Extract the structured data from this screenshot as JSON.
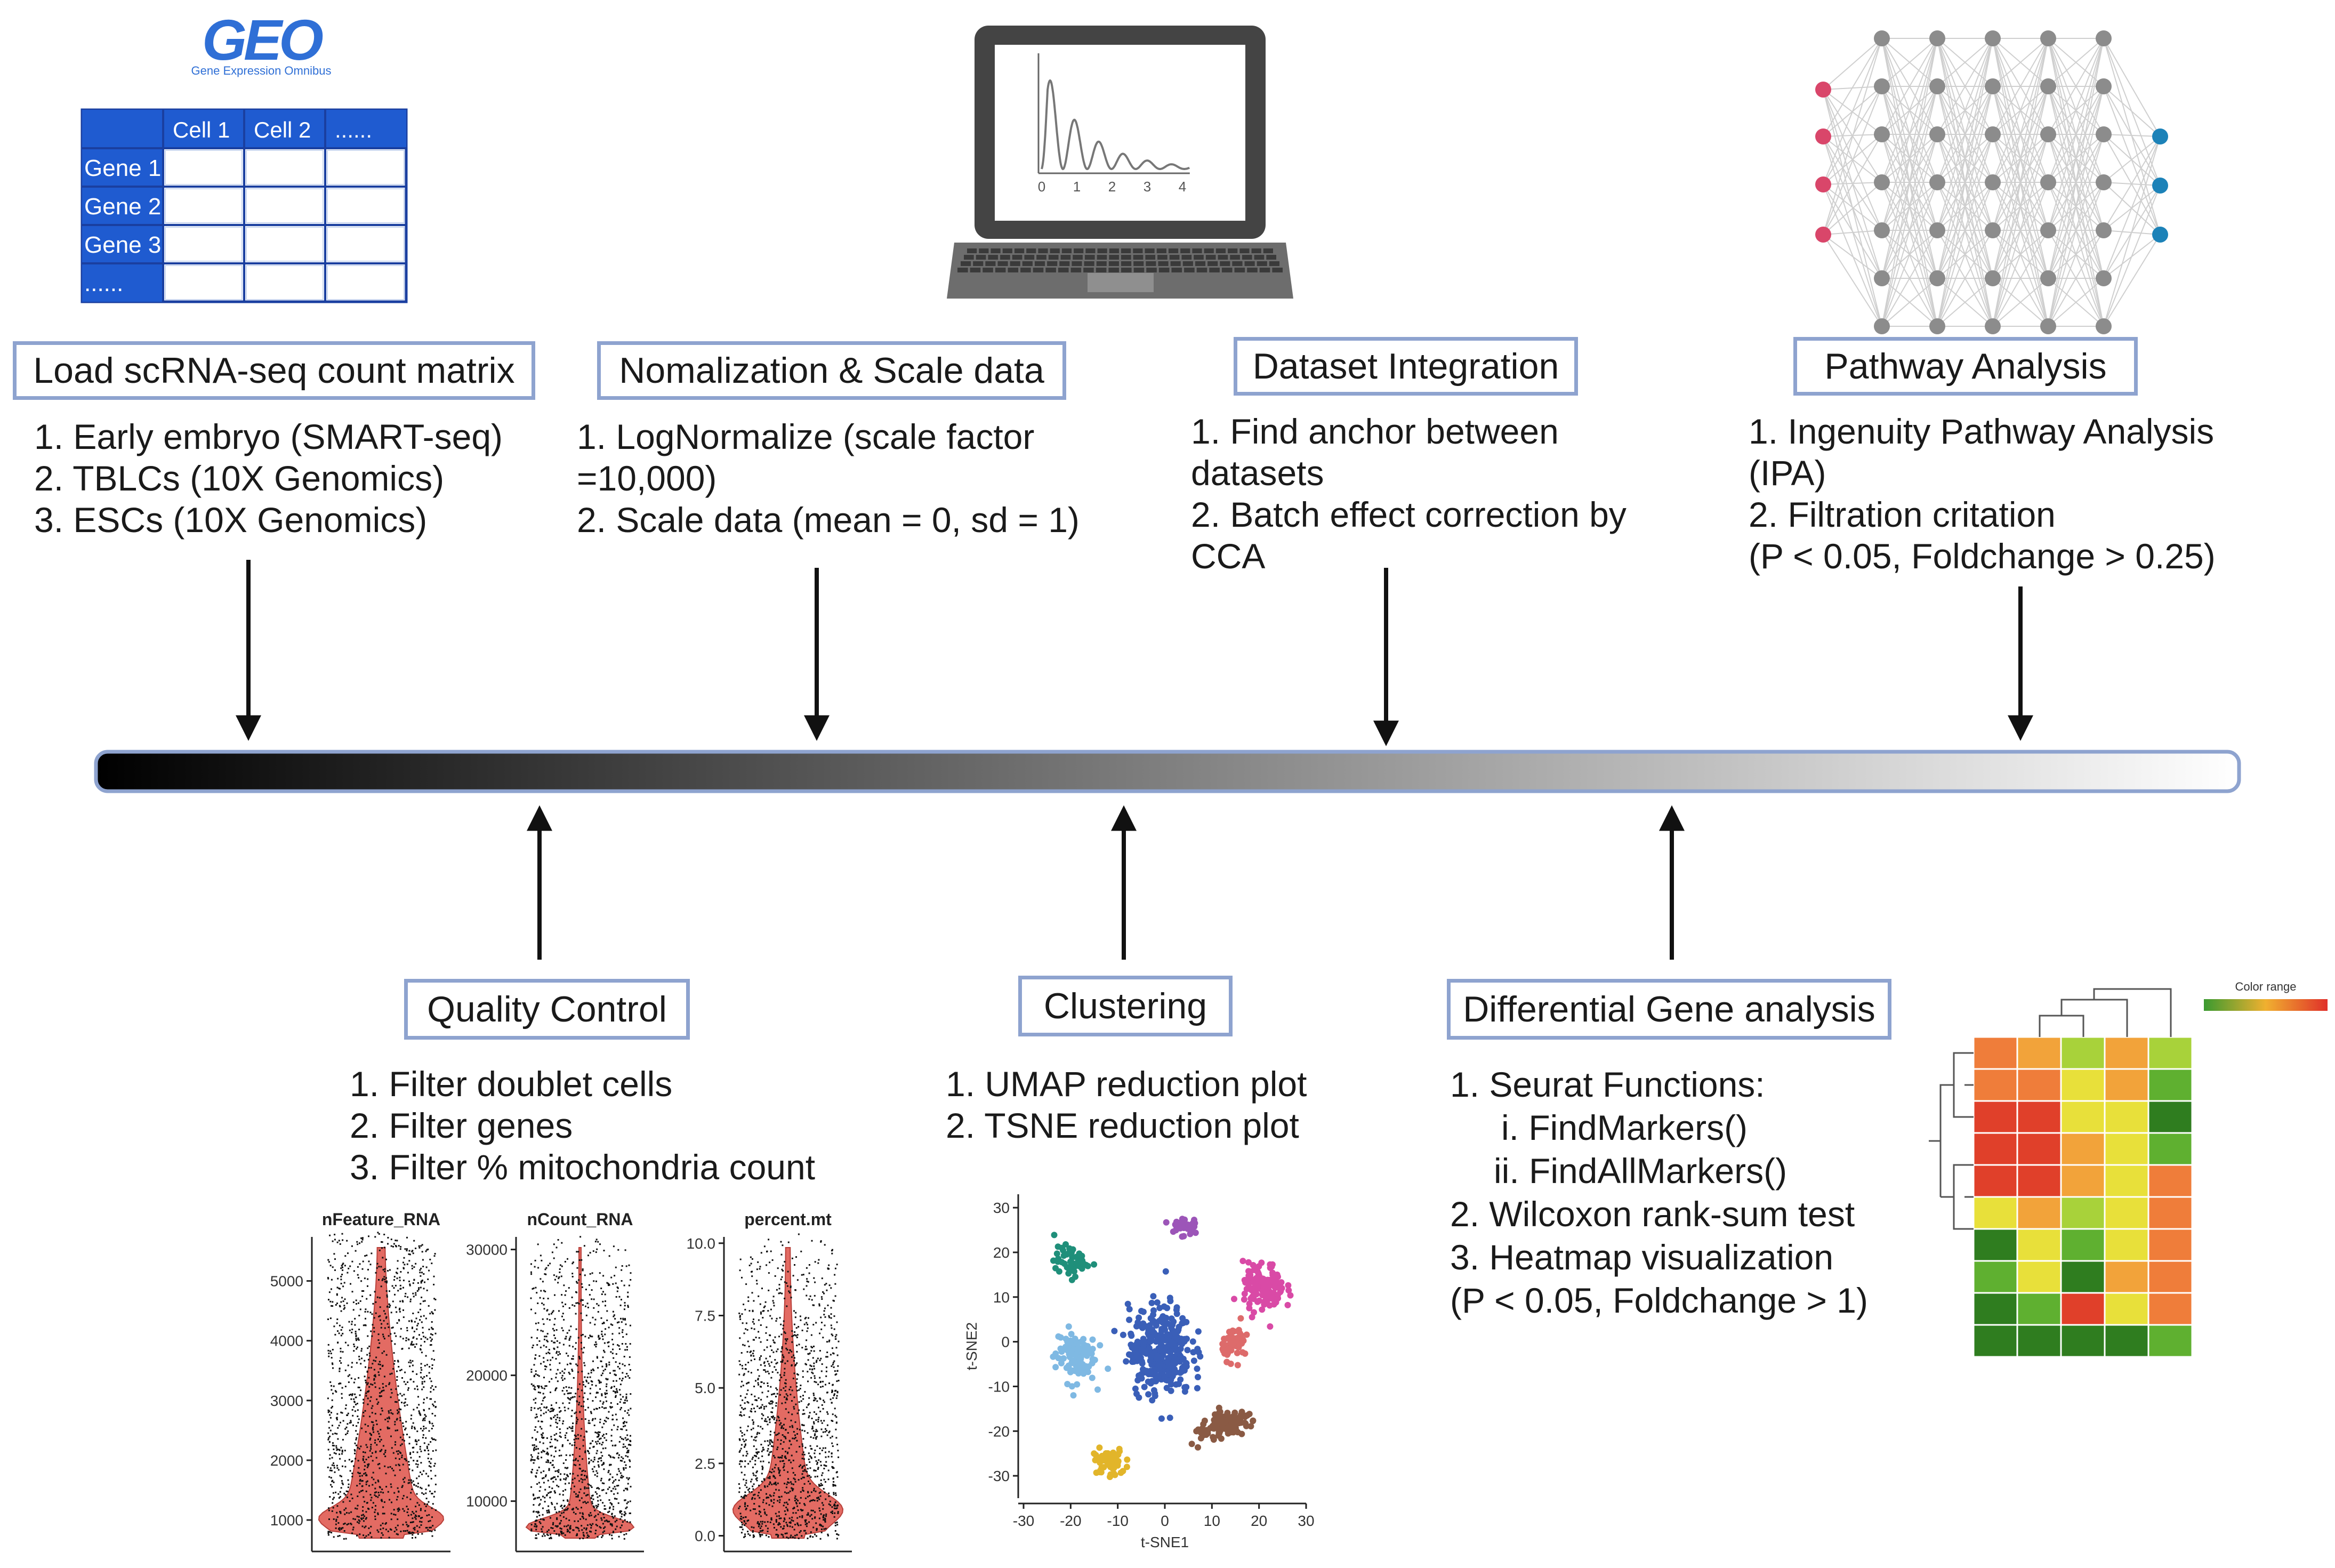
{
  "geo": {
    "logo_text": "GEO",
    "subtitle": "Gene Expression Omnibus"
  },
  "matrix": {
    "columns": [
      "Cell 1",
      "Cell 2",
      "......"
    ],
    "rows": [
      "Gene 1",
      "Gene 2",
      "Gene 3",
      "......"
    ]
  },
  "laptop_chart": {
    "x_ticks": [
      "0",
      "1",
      "2",
      "3",
      "4"
    ]
  },
  "top_stages": [
    {
      "title": "Load scRNA-seq count matrix",
      "steps": [
        "1. Early embryo (SMART-seq)",
        "2. TBLCs (10X Genomics)",
        "3. ESCs (10X Genomics)"
      ]
    },
    {
      "title": "Nomalization & Scale data",
      "steps": [
        "1. LogNormalize (scale factor",
        "=10,000)",
        "2. Scale data (mean = 0, sd = 1)"
      ]
    },
    {
      "title": "Dataset Integration",
      "steps": [
        "1. Find anchor between",
        "datasets",
        "2. Batch effect correction by",
        "CCA"
      ]
    },
    {
      "title": "Pathway Analysis",
      "steps": [
        "1. Ingenuity Pathway Analysis",
        "(IPA)",
        "2. Filtration critation",
        "(P < 0.05, Foldchange  > 0.25)"
      ]
    }
  ],
  "bottom_stages": [
    {
      "title": "Quality Control",
      "steps": [
        "1. Filter doublet cells",
        "2. Filter genes",
        "3. Filter % mitochondria count"
      ]
    },
    {
      "title": "Clustering",
      "steps": [
        "1. UMAP reduction plot",
        "2. TSNE reduction plot"
      ]
    },
    {
      "title": "Differential Gene analysis",
      "steps": [
        "1.  Seurat Functions:",
        "i. FindMarkers()",
        "ii. FindAllMarkers()",
        "2. Wilcoxon rank-sum test",
        "3. Heatmap visualization",
        "(P < 0.05, Foldchange > 1)"
      ]
    }
  ],
  "violin": {
    "panels": [
      {
        "title": "nFeature_RNA",
        "ticks": [
          "5000",
          "4000",
          "3000",
          "2000",
          "1000"
        ]
      },
      {
        "title": "nCount_RNA",
        "ticks": [
          "30000",
          "20000",
          "10000"
        ]
      },
      {
        "title": "percent.mt",
        "ticks": [
          "10.0",
          "7.5",
          "5.0",
          "2.5",
          "0.0"
        ]
      }
    ]
  },
  "tsne": {
    "xlabel": "t-SNE1",
    "ylabel": "t-SNE2",
    "x_ticks": [
      "-30",
      "-20",
      "-10",
      "0",
      "10",
      "20",
      "30"
    ],
    "y_ticks": [
      "30",
      "20",
      "10",
      "0",
      "-10",
      "-20",
      "-30"
    ],
    "colors": [
      "#1f8f7a",
      "#7fb9e3",
      "#3a5fb8",
      "#9c55b8",
      "#d94aa6",
      "#dd6b6b",
      "#8a5a44",
      "#e2b52a"
    ]
  },
  "heatmap": {
    "legend_label": "Color range",
    "colors": {
      "dg": "#2f7d1f",
      "g": "#5fb030",
      "lg": "#a8d23a",
      "y": "#e8e03a",
      "o": "#f2a33a",
      "or": "#ef7d3a",
      "r": "#e0402a"
    },
    "grid": [
      [
        "or",
        "o",
        "lg",
        "o",
        "lg"
      ],
      [
        "or",
        "or",
        "y",
        "o",
        "g"
      ],
      [
        "r",
        "r",
        "y",
        "y",
        "dg"
      ],
      [
        "r",
        "r",
        "o",
        "y",
        "g"
      ],
      [
        "r",
        "r",
        "o",
        "y",
        "or"
      ],
      [
        "y",
        "o",
        "lg",
        "y",
        "or"
      ],
      [
        "dg",
        "y",
        "g",
        "y",
        "or"
      ],
      [
        "g",
        "y",
        "dg",
        "o",
        "or"
      ],
      [
        "dg",
        "g",
        "r",
        "y",
        "or"
      ],
      [
        "dg",
        "dg",
        "dg",
        "dg",
        "g"
      ]
    ]
  },
  "pipeline_bar": {
    "gradient_start": "#000000",
    "gradient_end": "#ffffff",
    "border": "#8ea3cf"
  }
}
